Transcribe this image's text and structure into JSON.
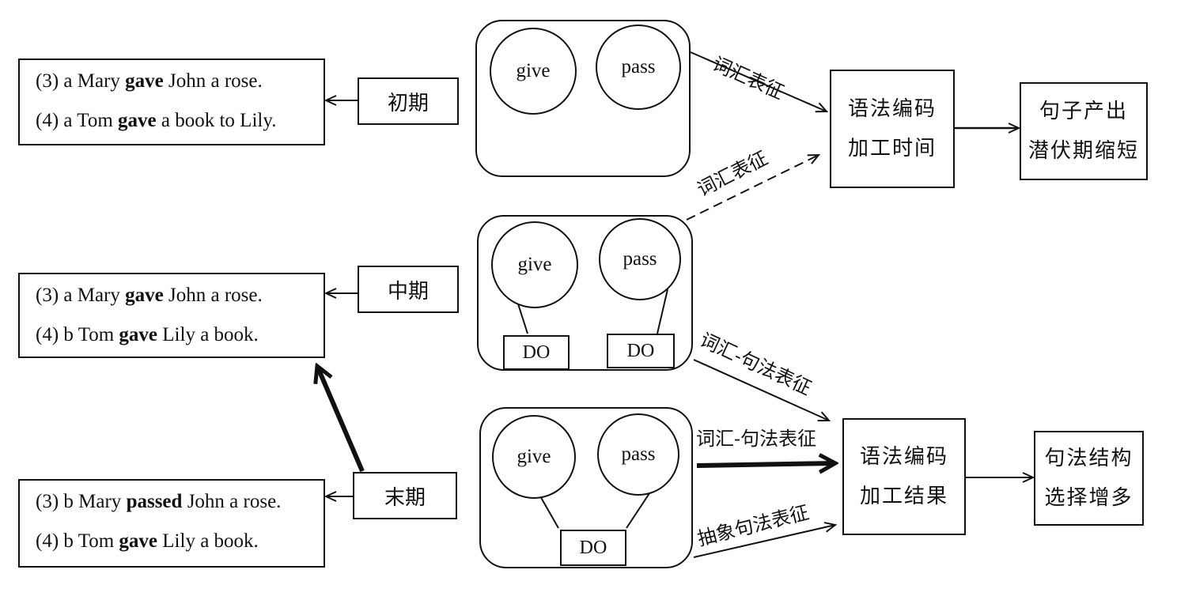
{
  "stages": {
    "early": "初期",
    "middle": "中期",
    "late": "末期"
  },
  "sentences": {
    "early": [
      {
        "pre": "(3) a Mary ",
        "verb": "gave",
        "post": " John a rose."
      },
      {
        "pre": "(4) a Tom ",
        "verb": "gave",
        "post": " a book to Lily."
      }
    ],
    "middle": [
      {
        "pre": "(3) a Mary ",
        "verb": "gave",
        "post": " John a rose."
      },
      {
        "pre": "(4) b Tom ",
        "verb": "gave",
        "post": " Lily a book."
      }
    ],
    "late": [
      {
        "pre": "(3) b Mary ",
        "verb": "passed",
        "post": " John a rose."
      },
      {
        "pre": "(4) b Tom ",
        "verb": "gave",
        "post": " Lily a book."
      }
    ]
  },
  "verbs": {
    "give": "give",
    "pass": "pass",
    "do": "DO"
  },
  "processes": {
    "encoding_time": [
      "语法编码",
      "加工时间"
    ],
    "latency": [
      "句子产出",
      "潜伏期缩短"
    ],
    "encoding_result": [
      "语法编码",
      "加工结果"
    ],
    "structure_choice": [
      "句法结构",
      "选择增多"
    ]
  },
  "edge_labels": {
    "lexical_1": "词汇表征",
    "lexical_2": "词汇表征",
    "lex_syn_1": "词汇-句法表征",
    "lex_syn_2": "词汇-句法表征",
    "abstract": "抽象句法表征"
  }
}
